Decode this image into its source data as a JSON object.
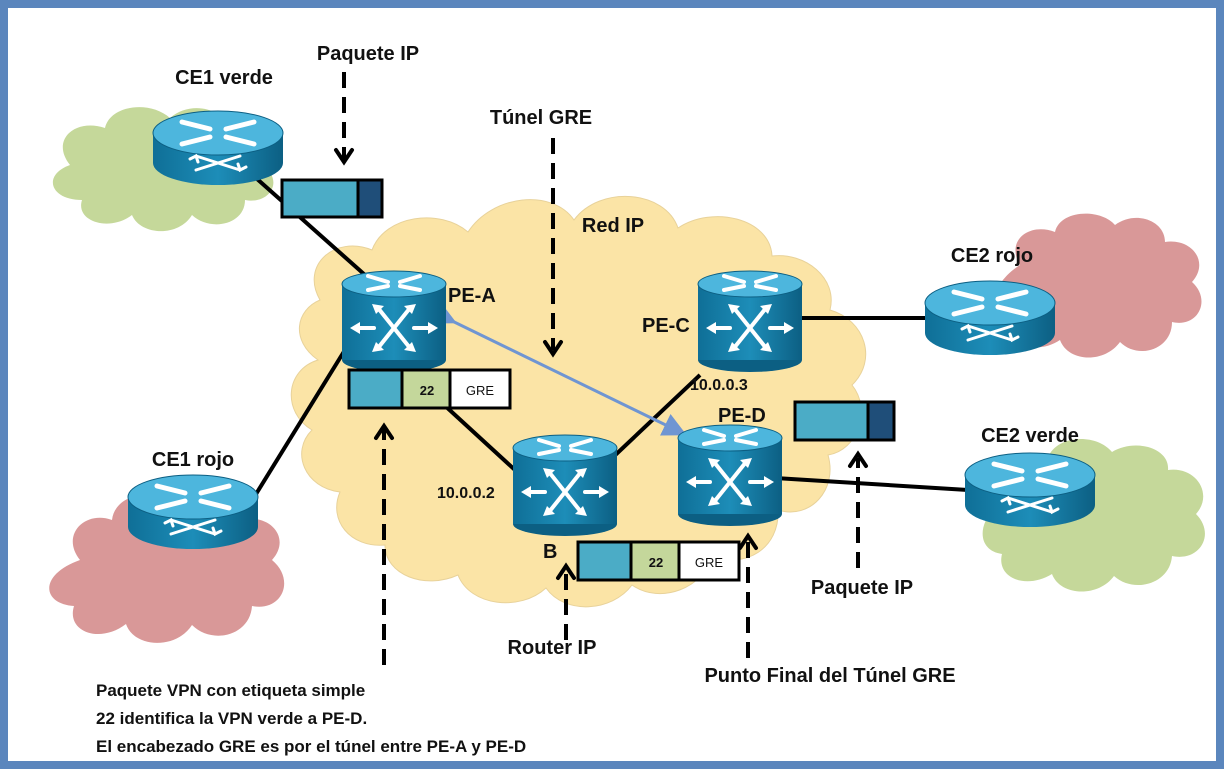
{
  "colors": {
    "frame": "#5b86bd",
    "ip_cloud": "#fbe4a6",
    "green_site": "#c5d89a",
    "red_site": "#d99898",
    "router": "#1d8db8",
    "payload": "#4bacc6",
    "header": "#1f4e79",
    "label_cell": "#c4d79b",
    "tunnel_arrow": "#6f95d2"
  },
  "routers": {
    "ce1_verde": {
      "label": "CE1 verde",
      "icon": "router-icon"
    },
    "ce1_rojo": {
      "label": "CE1 rojo",
      "icon": "router-icon"
    },
    "ce2_rojo": {
      "label": "CE2 rojo",
      "icon": "router-icon"
    },
    "ce2_verde": {
      "label": "CE2 verde",
      "icon": "router-icon"
    },
    "pe_a": {
      "label": "PE-A",
      "icon": "switch-icon"
    },
    "pe_c": {
      "label": "PE-C",
      "address": "10.0.0.3",
      "icon": "switch-icon"
    },
    "pe_d": {
      "label": "PE-D",
      "icon": "switch-icon"
    },
    "router_b": {
      "label": "B",
      "address": "10.0.0.2",
      "icon": "switch-icon"
    }
  },
  "labels": {
    "red_ip": "Red IP",
    "paquete_ip_top": "Paquete IP",
    "tunel_gre": "Túnel GRE",
    "paquete_ip_right": "Paquete IP",
    "router_ip": "Router IP",
    "punto_final": "Punto Final del Túnel GRE"
  },
  "packets": {
    "label_value": "22",
    "gre_text": "GRE"
  },
  "note": [
    "Paquete VPN con etiqueta simple",
    "22 identifica la VPN verde a PE-D.",
    "El encabezado GRE es por el túnel  entre PE-A y PE-D"
  ]
}
